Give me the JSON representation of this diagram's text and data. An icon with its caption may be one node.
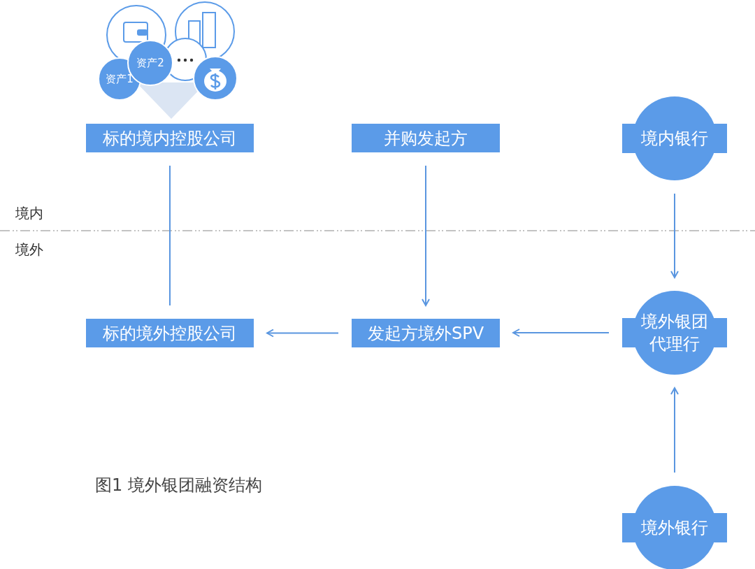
{
  "diagram": {
    "caption": "图1 境外银团融资结构",
    "nodes": [
      {
        "text": [
          "资产1"
        ]
      },
      {
        "text": [
          "资产2"
        ]
      },
      {
        "text": [
          "标的境内控股公司"
        ]
      },
      {
        "text": [
          "并购发起方"
        ]
      },
      {
        "text": [
          "境内银行"
        ]
      },
      {
        "text": [
          "标的境外控股公司"
        ]
      },
      {
        "text": [
          "发起方境外SPV"
        ]
      },
      {
        "text": [
          "境外银团代理行"
        ]
      },
      {
        "text": [
          "境外银行"
        ]
      }
    ],
    "edges": [
      {
        "from": 2,
        "to": 5,
        "arrow": "none"
      },
      {
        "from": 3,
        "to": 6,
        "arrow": "to"
      },
      {
        "from": 4,
        "to": 7,
        "arrow": "to"
      },
      {
        "from": 6,
        "to": 5,
        "arrow": "to"
      },
      {
        "from": 7,
        "to": 6,
        "arrow": "to"
      },
      {
        "from": 8,
        "to": 7,
        "arrow": "to"
      }
    ],
    "labels": [
      "境内",
      "境外"
    ]
  }
}
